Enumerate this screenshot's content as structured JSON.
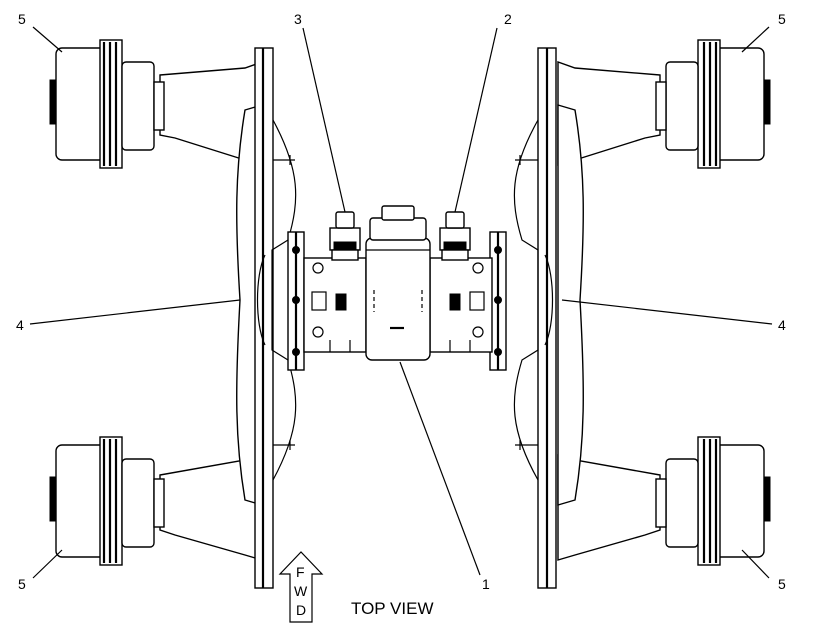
{
  "diagram": {
    "caption": "TOP VIEW",
    "fwd_arrow": {
      "letters": [
        "F",
        "W",
        "D"
      ]
    },
    "callouts": [
      {
        "id": "c-5-tl",
        "label": "5"
      },
      {
        "id": "c-3",
        "label": "3"
      },
      {
        "id": "c-2",
        "label": "2"
      },
      {
        "id": "c-5-tr",
        "label": "5"
      },
      {
        "id": "c-4-l",
        "label": "4"
      },
      {
        "id": "c-4-r",
        "label": "4"
      },
      {
        "id": "c-5-bl",
        "label": "5"
      },
      {
        "id": "c-1",
        "label": "1"
      },
      {
        "id": "c-5-br",
        "label": "5"
      }
    ]
  }
}
